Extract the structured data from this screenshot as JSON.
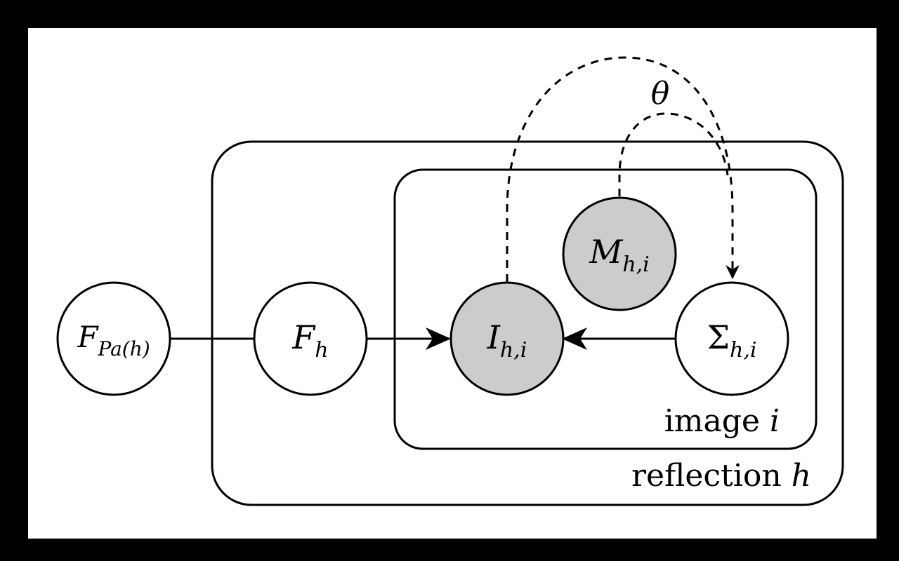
{
  "diagram": {
    "colors": {
      "stroke": "#000000",
      "observed_fill": "#cccccc",
      "latent_fill": "#ffffff",
      "background": "#ffffff",
      "frame": "#000000"
    },
    "nodes": {
      "parent_factor": {
        "main": "F",
        "sub": "Pa(h)",
        "observed": false
      },
      "factor": {
        "main": "F",
        "sub": "h",
        "observed": false
      },
      "intensity": {
        "main": "I",
        "sub": "h,i",
        "observed": true
      },
      "mask": {
        "main": "M",
        "sub": "h,i",
        "observed": true
      },
      "covariance": {
        "main": "Σ",
        "sub": "h,i",
        "observed": false
      }
    },
    "plates": {
      "reflection": {
        "label_text": "reflection",
        "label_var": "h"
      },
      "image": {
        "label_text": "image",
        "label_var": "i"
      }
    },
    "parameter_label": "θ",
    "edges": [
      {
        "from": "parent_factor",
        "to": "factor",
        "style": "solid",
        "arrow": false
      },
      {
        "from": "factor",
        "to": "intensity",
        "style": "solid",
        "arrow": true
      },
      {
        "from": "covariance",
        "to": "intensity",
        "style": "solid",
        "arrow": true
      },
      {
        "from": "intensity",
        "to": "covariance",
        "style": "dashed",
        "arrow": true,
        "via": "parameter"
      },
      {
        "from": "mask",
        "to": "covariance",
        "style": "dashed",
        "arrow": true,
        "via": "parameter"
      }
    ]
  }
}
